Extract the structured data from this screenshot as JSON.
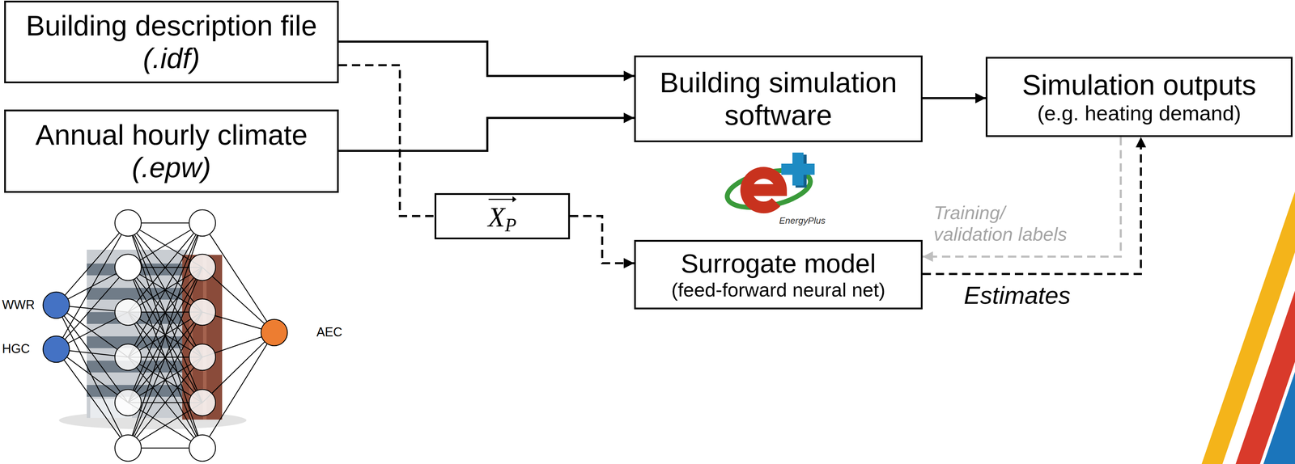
{
  "diagram": {
    "nodes": [
      {
        "text": [
          "Building description file",
          "(.idf)"
        ]
      },
      {
        "text": [
          "Annual hourly climate",
          "(.epw)"
        ]
      },
      {
        "text": [
          "Building simulation software"
        ]
      },
      {
        "text": [
          "Simulation outputs",
          "(e.g. heating demand)"
        ]
      },
      {
        "text": [
          "XP"
        ]
      },
      {
        "text": [
          "Surrogate model",
          "(feed-forward neural net)"
        ]
      }
    ],
    "edges": [
      {
        "from": 0,
        "to": 2,
        "arrow": "to"
      },
      {
        "from": 1,
        "to": 2,
        "arrow": "to"
      },
      {
        "from": 2,
        "to": 3,
        "arrow": "to"
      },
      {
        "from": 0,
        "to": 4,
        "arrow": "none"
      },
      {
        "from": 4,
        "to": 5,
        "arrow": "to"
      },
      {
        "from": 3,
        "to": 5,
        "label": "Training/ validation labels",
        "arrow": "to"
      },
      {
        "from": 5,
        "to": 3,
        "label": "Estimates",
        "arrow": "to"
      }
    ],
    "labels": [
      "EnergyPlus",
      "WWR",
      "HGC",
      "AEC"
    ]
  }
}
